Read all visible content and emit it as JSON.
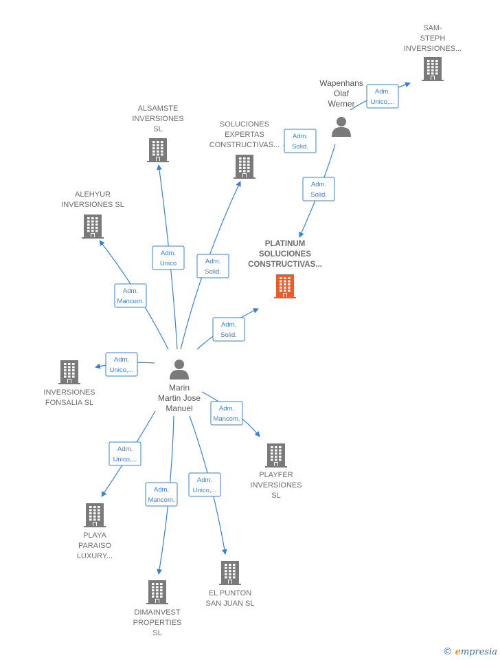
{
  "companies": [
    {
      "id": "sam-steph",
      "lines": [
        "SAM-",
        "STEPH",
        "INVERSIONES..."
      ],
      "highlight": false
    },
    {
      "id": "alsamste",
      "lines": [
        "ALSAMSTE",
        "INVERSIONES",
        "SL"
      ],
      "highlight": false
    },
    {
      "id": "soluciones-expertas",
      "lines": [
        "SOLUCIONES",
        "EXPERTAS",
        "CONSTRUCTIVAS..."
      ],
      "highlight": false
    },
    {
      "id": "alehyur",
      "lines": [
        "ALEHYUR",
        "INVERSIONES SL"
      ],
      "highlight": false
    },
    {
      "id": "platinum",
      "lines": [
        "PLATINUM",
        "SOLUCIONES",
        "CONSTRUCTIVAS..."
      ],
      "highlight": true
    },
    {
      "id": "fonsalia",
      "lines": [
        "INVERSIONES",
        "FONSALIA  SL"
      ],
      "highlight": false
    },
    {
      "id": "playfer",
      "lines": [
        "PLAYFER",
        "INVERSIONES",
        "SL"
      ],
      "highlight": false
    },
    {
      "id": "playa-paraiso",
      "lines": [
        "PLAYA",
        "PARAISO",
        "LUXURY..."
      ],
      "highlight": false
    },
    {
      "id": "el-punton",
      "lines": [
        "EL PUNTON",
        "SAN JUAN  SL"
      ],
      "highlight": false
    },
    {
      "id": "dimainvest",
      "lines": [
        "DIMAINVEST",
        "PROPERTIES",
        "SL"
      ],
      "highlight": false
    }
  ],
  "persons": [
    {
      "id": "marin",
      "lines": [
        "Marin",
        "Martin Jose",
        "Manuel"
      ]
    },
    {
      "id": "wapenhans",
      "lines": [
        "Wapenhans",
        "Olaf",
        "Werner"
      ]
    }
  ],
  "edges": [
    {
      "from": "wapenhans",
      "to": "sam-steph",
      "role": [
        "Adm.",
        "Unico,..."
      ]
    },
    {
      "from": "wapenhans",
      "to": "soluciones-expertas",
      "role": [
        "Adm.",
        "Solid."
      ]
    },
    {
      "from": "wapenhans",
      "to": "platinum",
      "role": [
        "Adm.",
        "Solid."
      ]
    },
    {
      "from": "marin",
      "to": "alsamste",
      "role": [
        "Adm.",
        "Unico"
      ]
    },
    {
      "from": "marin",
      "to": "soluciones-expertas",
      "role": [
        "Adm.",
        "Solid."
      ]
    },
    {
      "from": "marin",
      "to": "alehyur",
      "role": [
        "Adm.",
        "Mancom."
      ]
    },
    {
      "from": "marin",
      "to": "platinum",
      "role": [
        "Adm.",
        "Solid."
      ]
    },
    {
      "from": "marin",
      "to": "fonsalia",
      "role": [
        "Adm.",
        "Unico,..."
      ]
    },
    {
      "from": "marin",
      "to": "playfer",
      "role": [
        "Adm.",
        "Mancom."
      ]
    },
    {
      "from": "marin",
      "to": "playa-paraiso",
      "role": [
        "Adm.",
        "Unico,..."
      ]
    },
    {
      "from": "marin",
      "to": "el-punton",
      "role": [
        "Adm.",
        "Unico,..."
      ]
    },
    {
      "from": "marin",
      "to": "dimainvest",
      "role": [
        "Adm.",
        "Mancom."
      ]
    }
  ],
  "colors": {
    "building": "#7a7a7a",
    "building_highlight": "#f05a28",
    "person": "#7a7a7a",
    "edge": "#3a7fd5"
  },
  "footer": {
    "copyright_symbol": "©",
    "brand_initial": "e",
    "brand_rest": "mpresia"
  }
}
